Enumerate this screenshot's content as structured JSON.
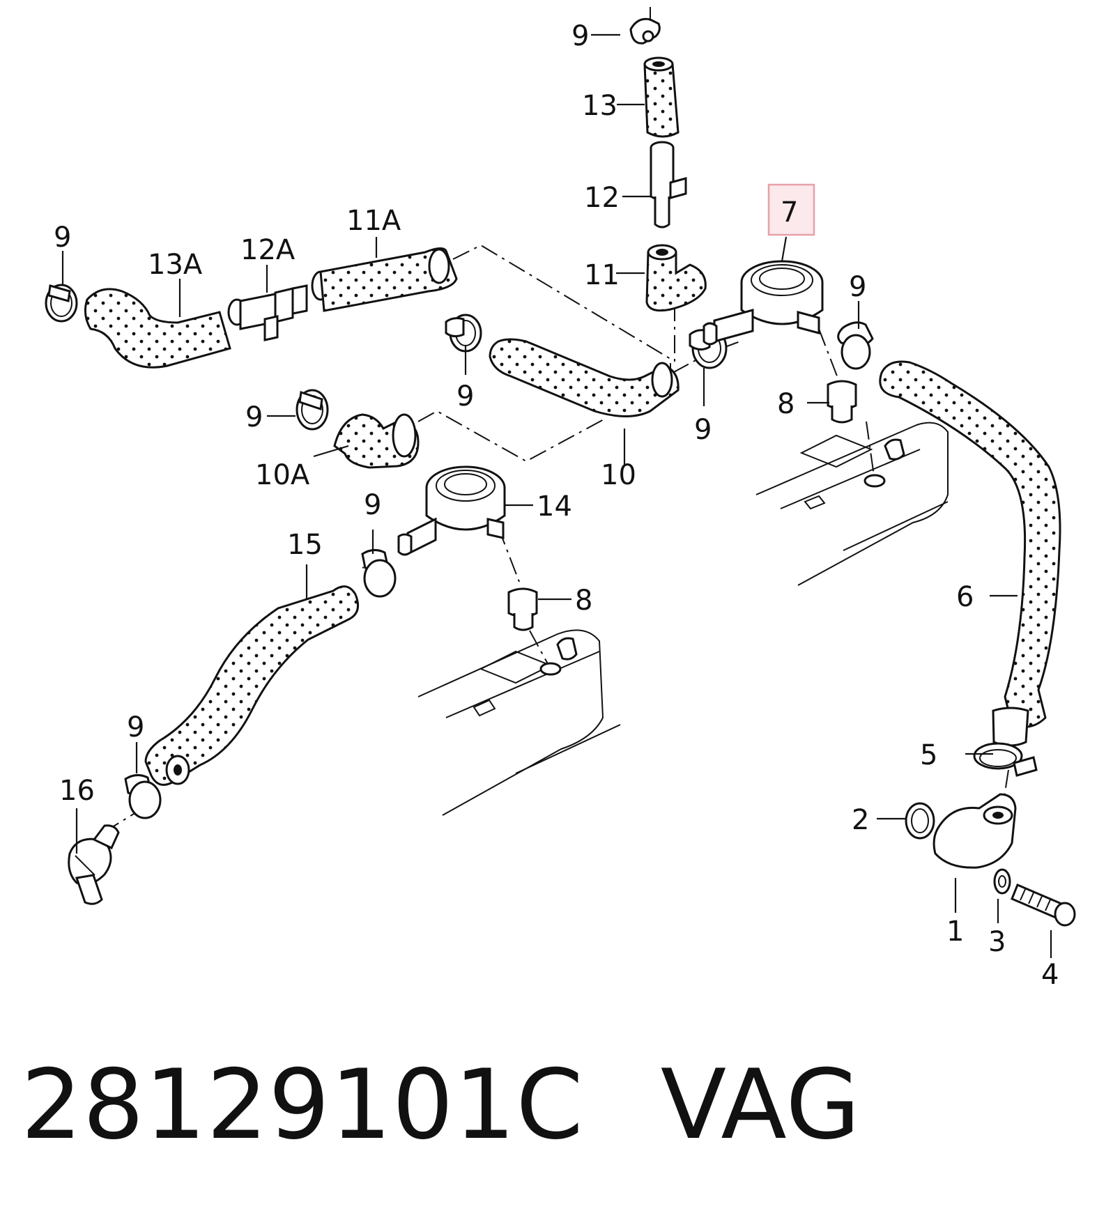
{
  "callouts": {
    "c9a": "9",
    "c13": "13",
    "c12": "12",
    "c11": "11",
    "c7": "7",
    "c11A": "11A",
    "c12A": "12A",
    "c13A": "13A",
    "c9b": "9",
    "c9c": "9",
    "c9d": "9",
    "c9e": "9",
    "c8a": "8",
    "c9f": "9",
    "c10A": "10A",
    "c10": "10",
    "c14": "14",
    "c9g": "9",
    "c15": "15",
    "c8b": "8",
    "c6": "6",
    "c9h": "9",
    "c16": "16",
    "c5": "5",
    "c2": "2",
    "c1": "1",
    "c3": "3",
    "c4": "4"
  },
  "highlight": {
    "color": "#e8a0a8",
    "fill": "#fbe9ec",
    "part": "7"
  },
  "footer": {
    "part_number": "28129101C",
    "brand": "VAG"
  }
}
